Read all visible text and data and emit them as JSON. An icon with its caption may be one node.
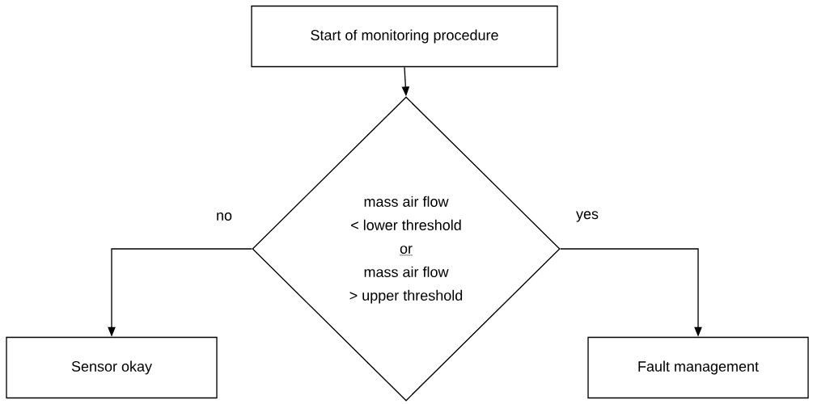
{
  "diagram": {
    "nodes": [
      {
        "text": [
          "Start of monitoring procedure"
        ]
      },
      {
        "text": [
          "mass air flow",
          "< lower threshold",
          "or",
          "mass air flow",
          "> upper threshold"
        ]
      },
      {
        "text": [
          "Sensor okay"
        ]
      },
      {
        "text": [
          "Fault management"
        ]
      }
    ],
    "edges": [
      {
        "from": 0,
        "to": 1,
        "arrow": "to"
      },
      {
        "from": 1,
        "to": 2,
        "arrow": "to",
        "label": "no"
      },
      {
        "from": 1,
        "to": 3,
        "arrow": "to",
        "label": "yes"
      }
    ]
  }
}
